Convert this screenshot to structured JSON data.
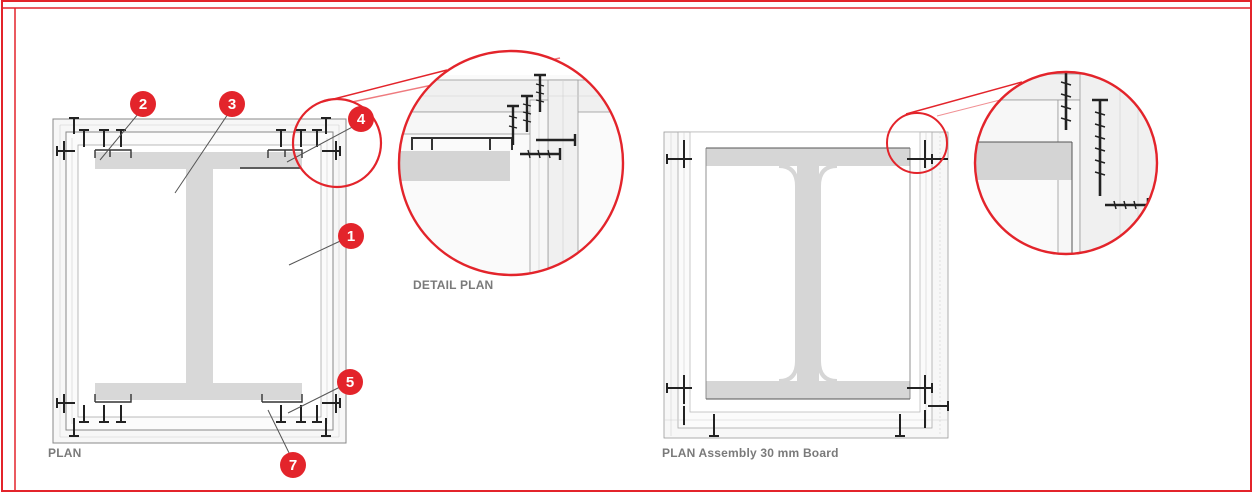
{
  "captions": {
    "plan": "PLAN",
    "detail_plan": "DETAIL PLAN",
    "plan_assembly": "PLAN Assembly 30 mm Board"
  },
  "markers": {
    "m1": "1",
    "m2": "2",
    "m3": "3",
    "m4": "4",
    "m5": "5",
    "m7": "7"
  },
  "colors": {
    "accent": "#e3242b",
    "caption": "#7a7a7a",
    "steel": "#d8d8d8",
    "line": "#4a4a4a",
    "screw": "#222222"
  },
  "icons": [
    "screw-icon",
    "numbered-marker",
    "magnifier-circle"
  ]
}
